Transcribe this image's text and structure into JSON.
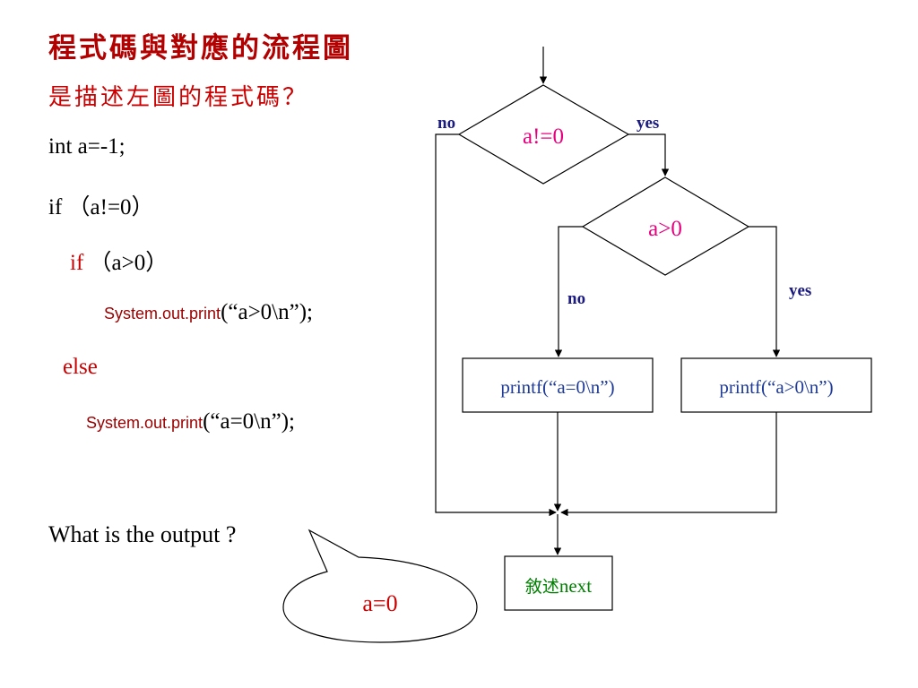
{
  "slide": {
    "title": "程式碼與對應的流程圖",
    "subtitle": "是描述左圖的程式碼？",
    "code": {
      "line1": "int a=-1;",
      "line2": "if （a!=0）",
      "line3_kw": "if",
      "line3_rest": "（a>0）",
      "line4_call": "System.out.print",
      "line4_arg": "(“a>0\\n”);",
      "line5": "else",
      "line6_call": "System.out.print",
      "line6_arg": "(“a=0\\n”);"
    },
    "question": "What is the output ?",
    "answer": "a=0"
  },
  "flowchart": {
    "decision1": "a!=0",
    "decision1_no": "no",
    "decision1_yes": "yes",
    "decision2": "a>0",
    "decision2_no": "no",
    "decision2_yes": "yes",
    "box_left": "printf(“a=0\\n”)",
    "box_right": "printf(“a>0\\n”)",
    "box_next_cjk": "敘述",
    "box_next_latin": "next"
  },
  "colors": {
    "title": "#b30000",
    "decision_text": "#e6007e",
    "label_blue": "#1a1a80",
    "box_text": "#1f3b99",
    "next_text": "#008000",
    "answer_text": "#cc0000"
  }
}
